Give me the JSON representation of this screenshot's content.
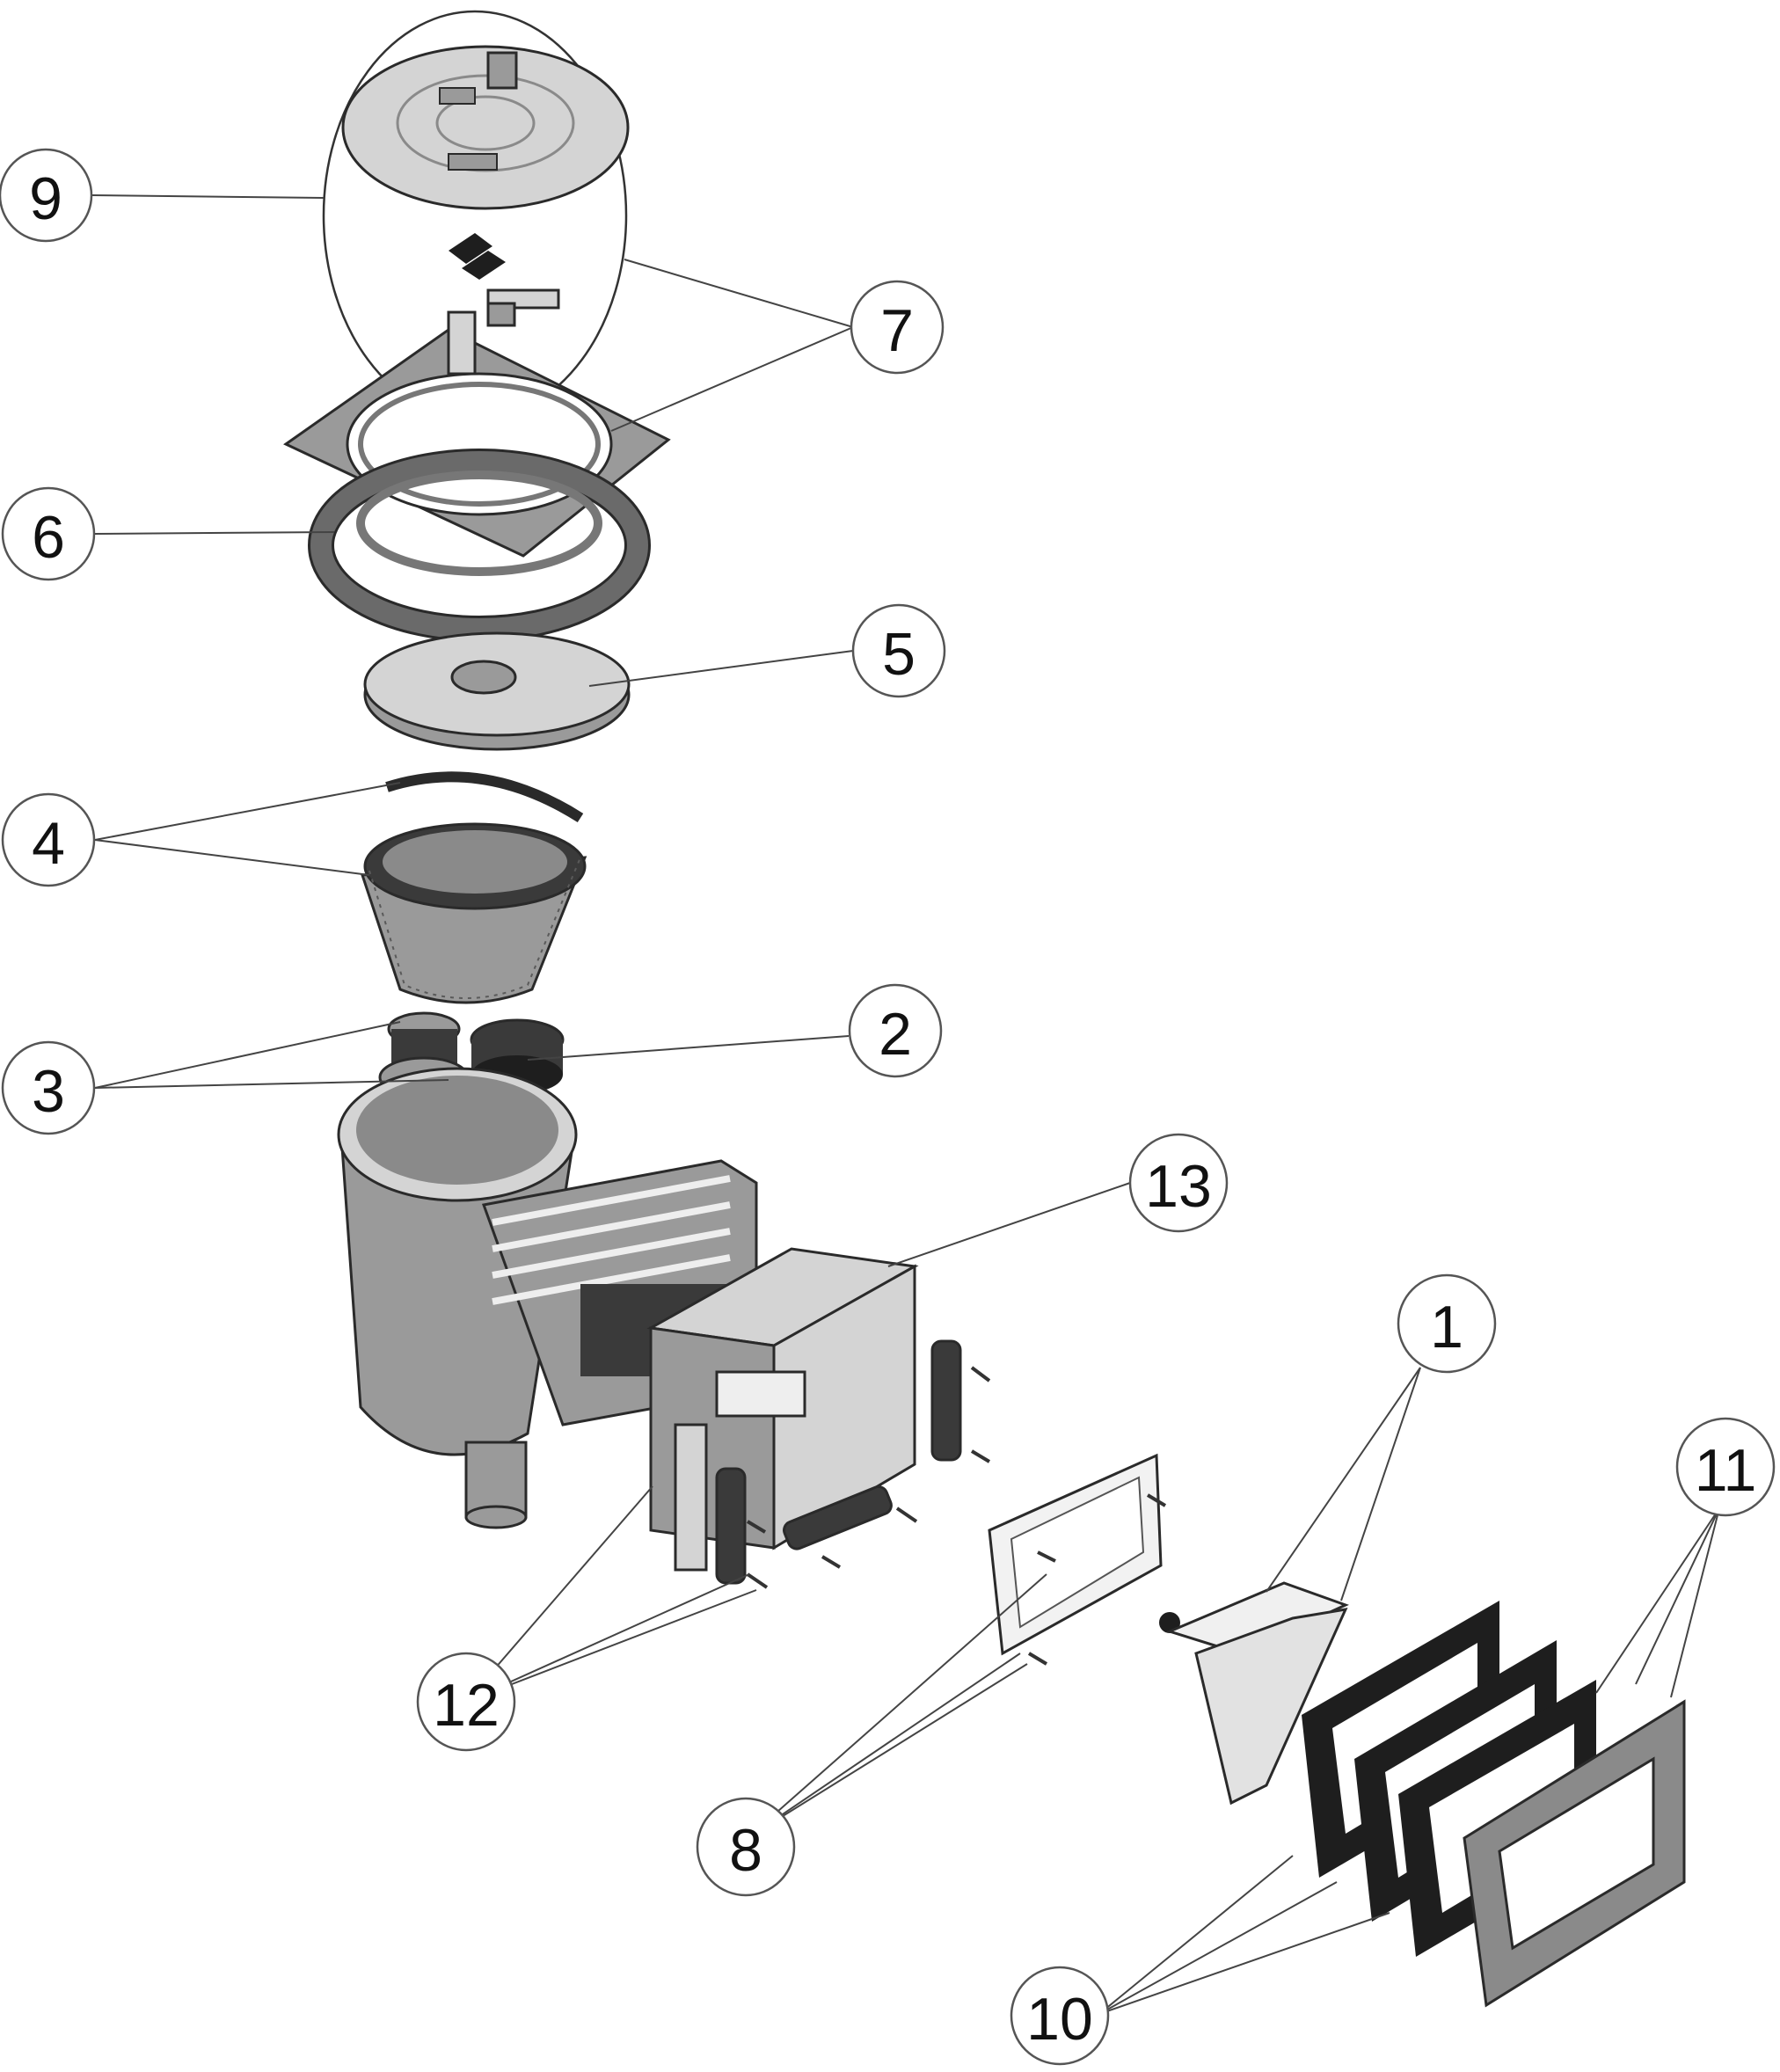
{
  "callouts": [
    {
      "id": "1",
      "label": "1"
    },
    {
      "id": "2",
      "label": "2"
    },
    {
      "id": "3",
      "label": "3"
    },
    {
      "id": "4",
      "label": "4"
    },
    {
      "id": "5",
      "label": "5"
    },
    {
      "id": "6",
      "label": "6"
    },
    {
      "id": "7",
      "label": "7"
    },
    {
      "id": "8",
      "label": "8"
    },
    {
      "id": "9",
      "label": "9"
    },
    {
      "id": "10",
      "label": "10"
    },
    {
      "id": "11",
      "label": "11"
    },
    {
      "id": "12",
      "label": "12"
    },
    {
      "id": "13",
      "label": "13"
    }
  ],
  "colors": {
    "light_part": "#d4d4d4",
    "mid_part": "#9a9a9a",
    "dark_part": "#3a3a3a",
    "outline": "#2a2a2a"
  }
}
